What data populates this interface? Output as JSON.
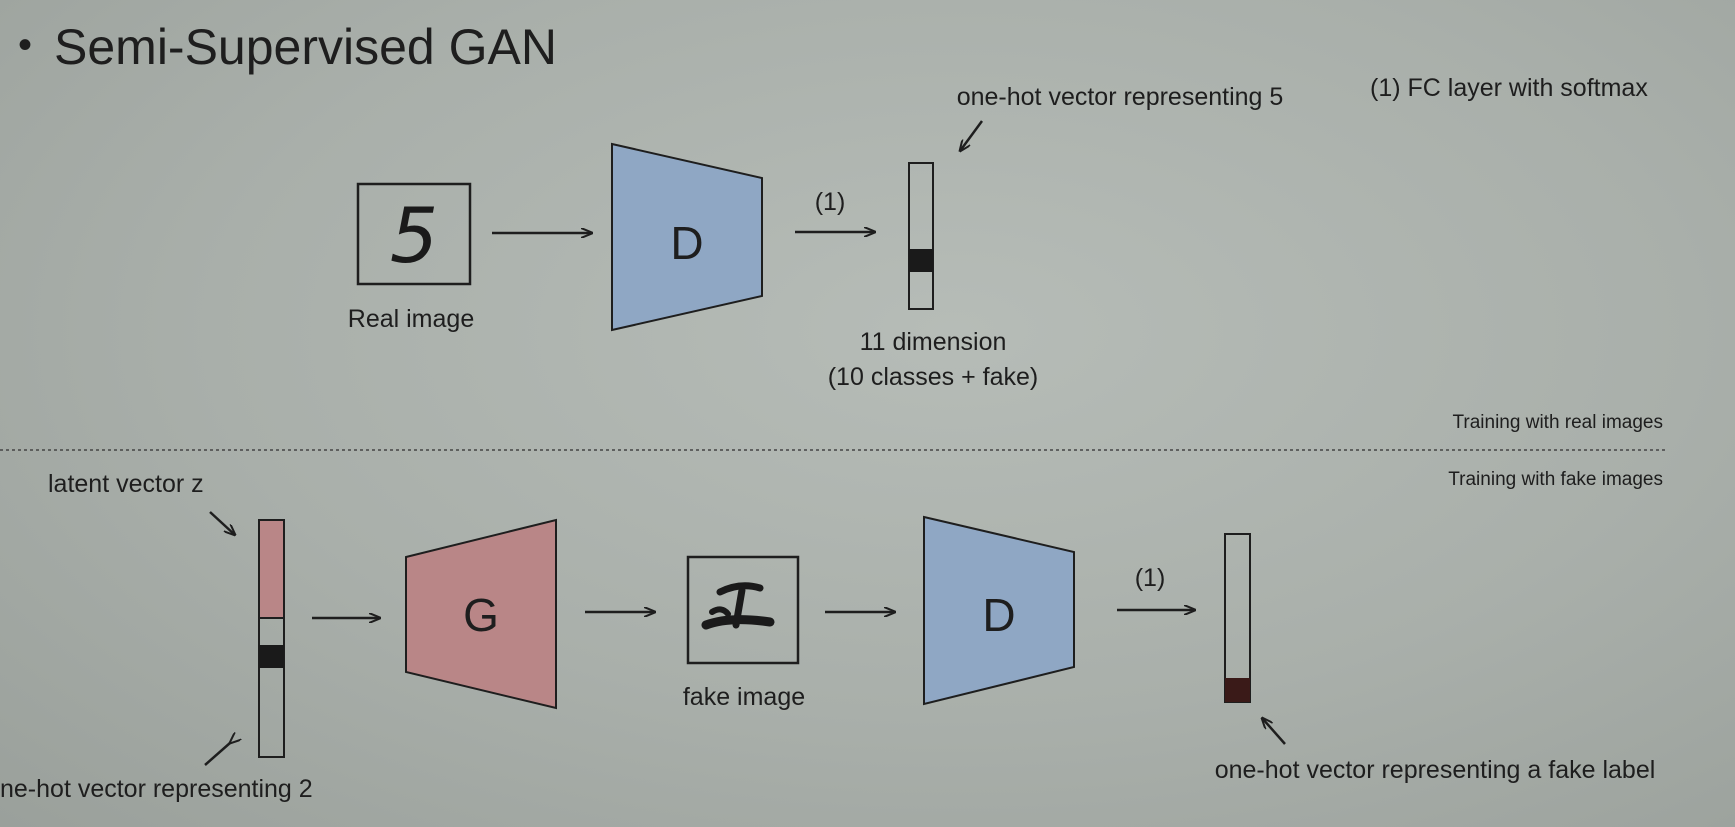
{
  "title": "Semi-Supervised GAN",
  "legend": "(1) FC layer with softmax",
  "top": {
    "real_image_label": "Real image",
    "real_digit": "5",
    "discriminator": "D",
    "arrow_label": "(1)",
    "output_label": "one-hot vector representing 5",
    "dim_line1": "11 dimension",
    "dim_line2": "(10 classes + fake)",
    "section_label": "Training with real images"
  },
  "bottom": {
    "section_label": "Training with fake images",
    "latent_label": "latent vector z",
    "onehot_label": "ne-hot vector representing 2",
    "generator": "G",
    "fake_image_label": "fake image",
    "discriminator": "D",
    "arrow_label": "(1)",
    "output_label": "one-hot vector representing a fake label"
  },
  "colors": {
    "discriminator": "#8fa7c4",
    "generator": "#b98687",
    "latent": "#b98687",
    "marker": "#1a1a1a",
    "fake_marker": "#3a1a18"
  }
}
